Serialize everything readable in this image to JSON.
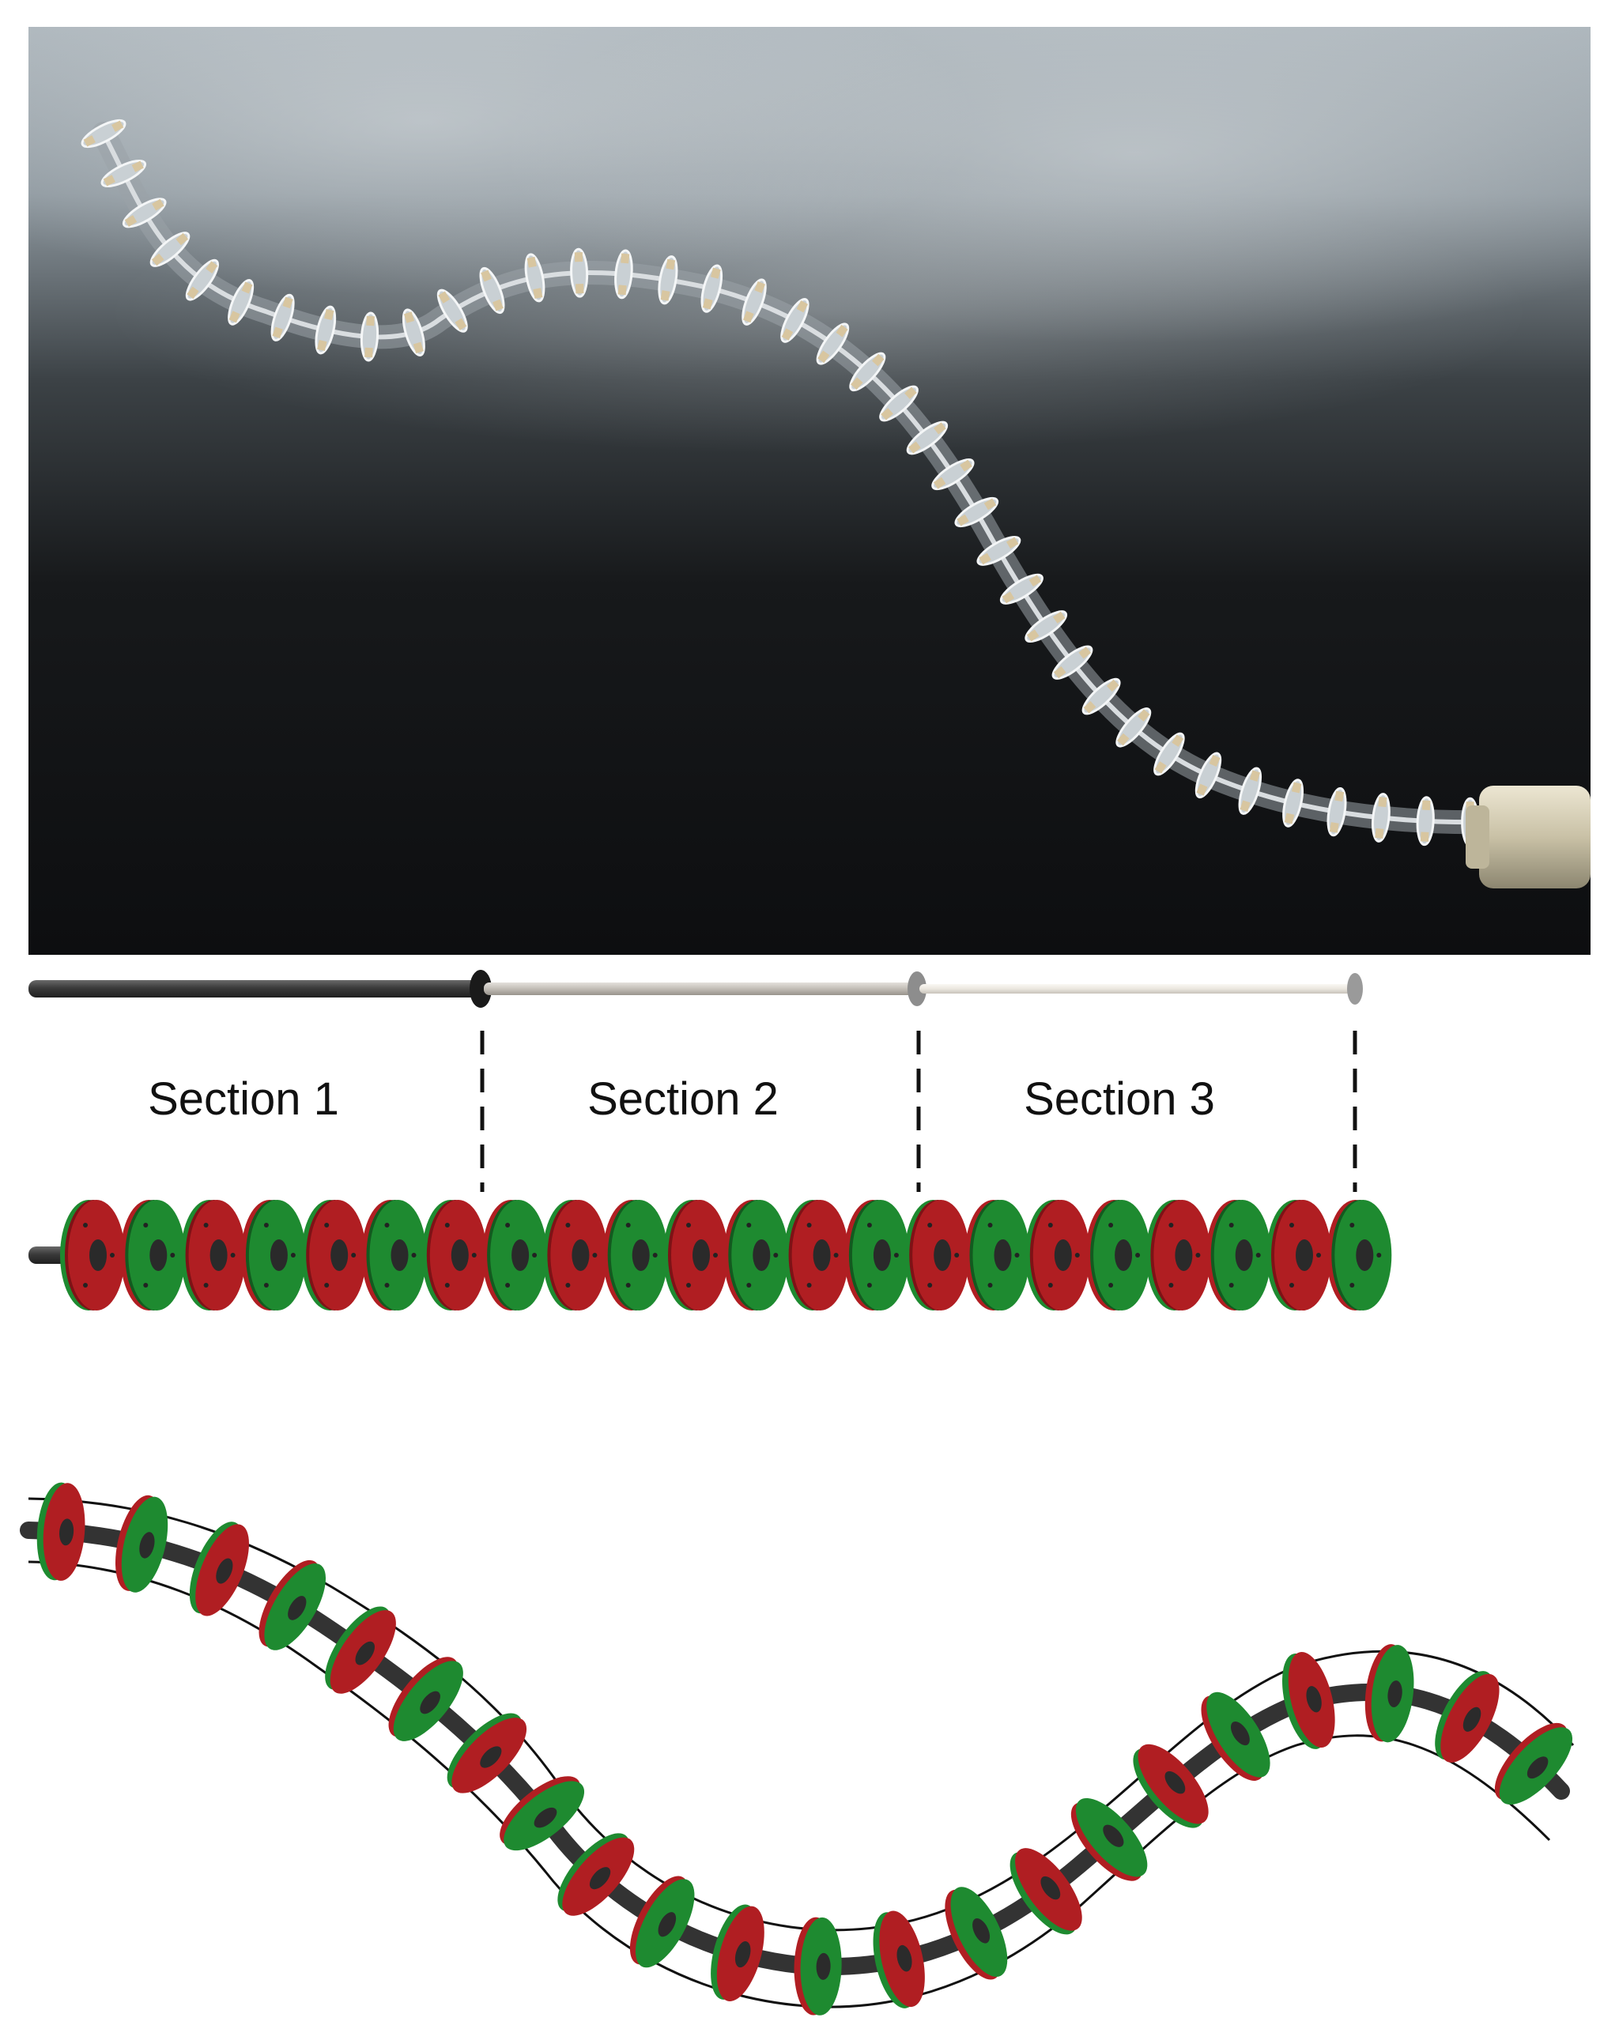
{
  "sections": [
    {
      "label": "Section 1"
    },
    {
      "label": "Section 2"
    },
    {
      "label": "Section 3"
    }
  ],
  "colors": {
    "disk_red": "#b01e22",
    "disk_red_dark": "#7e1216",
    "disk_green": "#1e8a30",
    "disk_green_dark": "#135a1f",
    "tube_section_1": "#3b3b3b",
    "tube_section_2": "#c8c4be",
    "tube_section_3": "#ece9e2",
    "photo_background_top": "#a9b2b8",
    "photo_background_bottom": "#0e1012"
  },
  "disks": {
    "straight_count": 22,
    "curved_count": 22,
    "pattern": [
      "red",
      "green"
    ]
  }
}
